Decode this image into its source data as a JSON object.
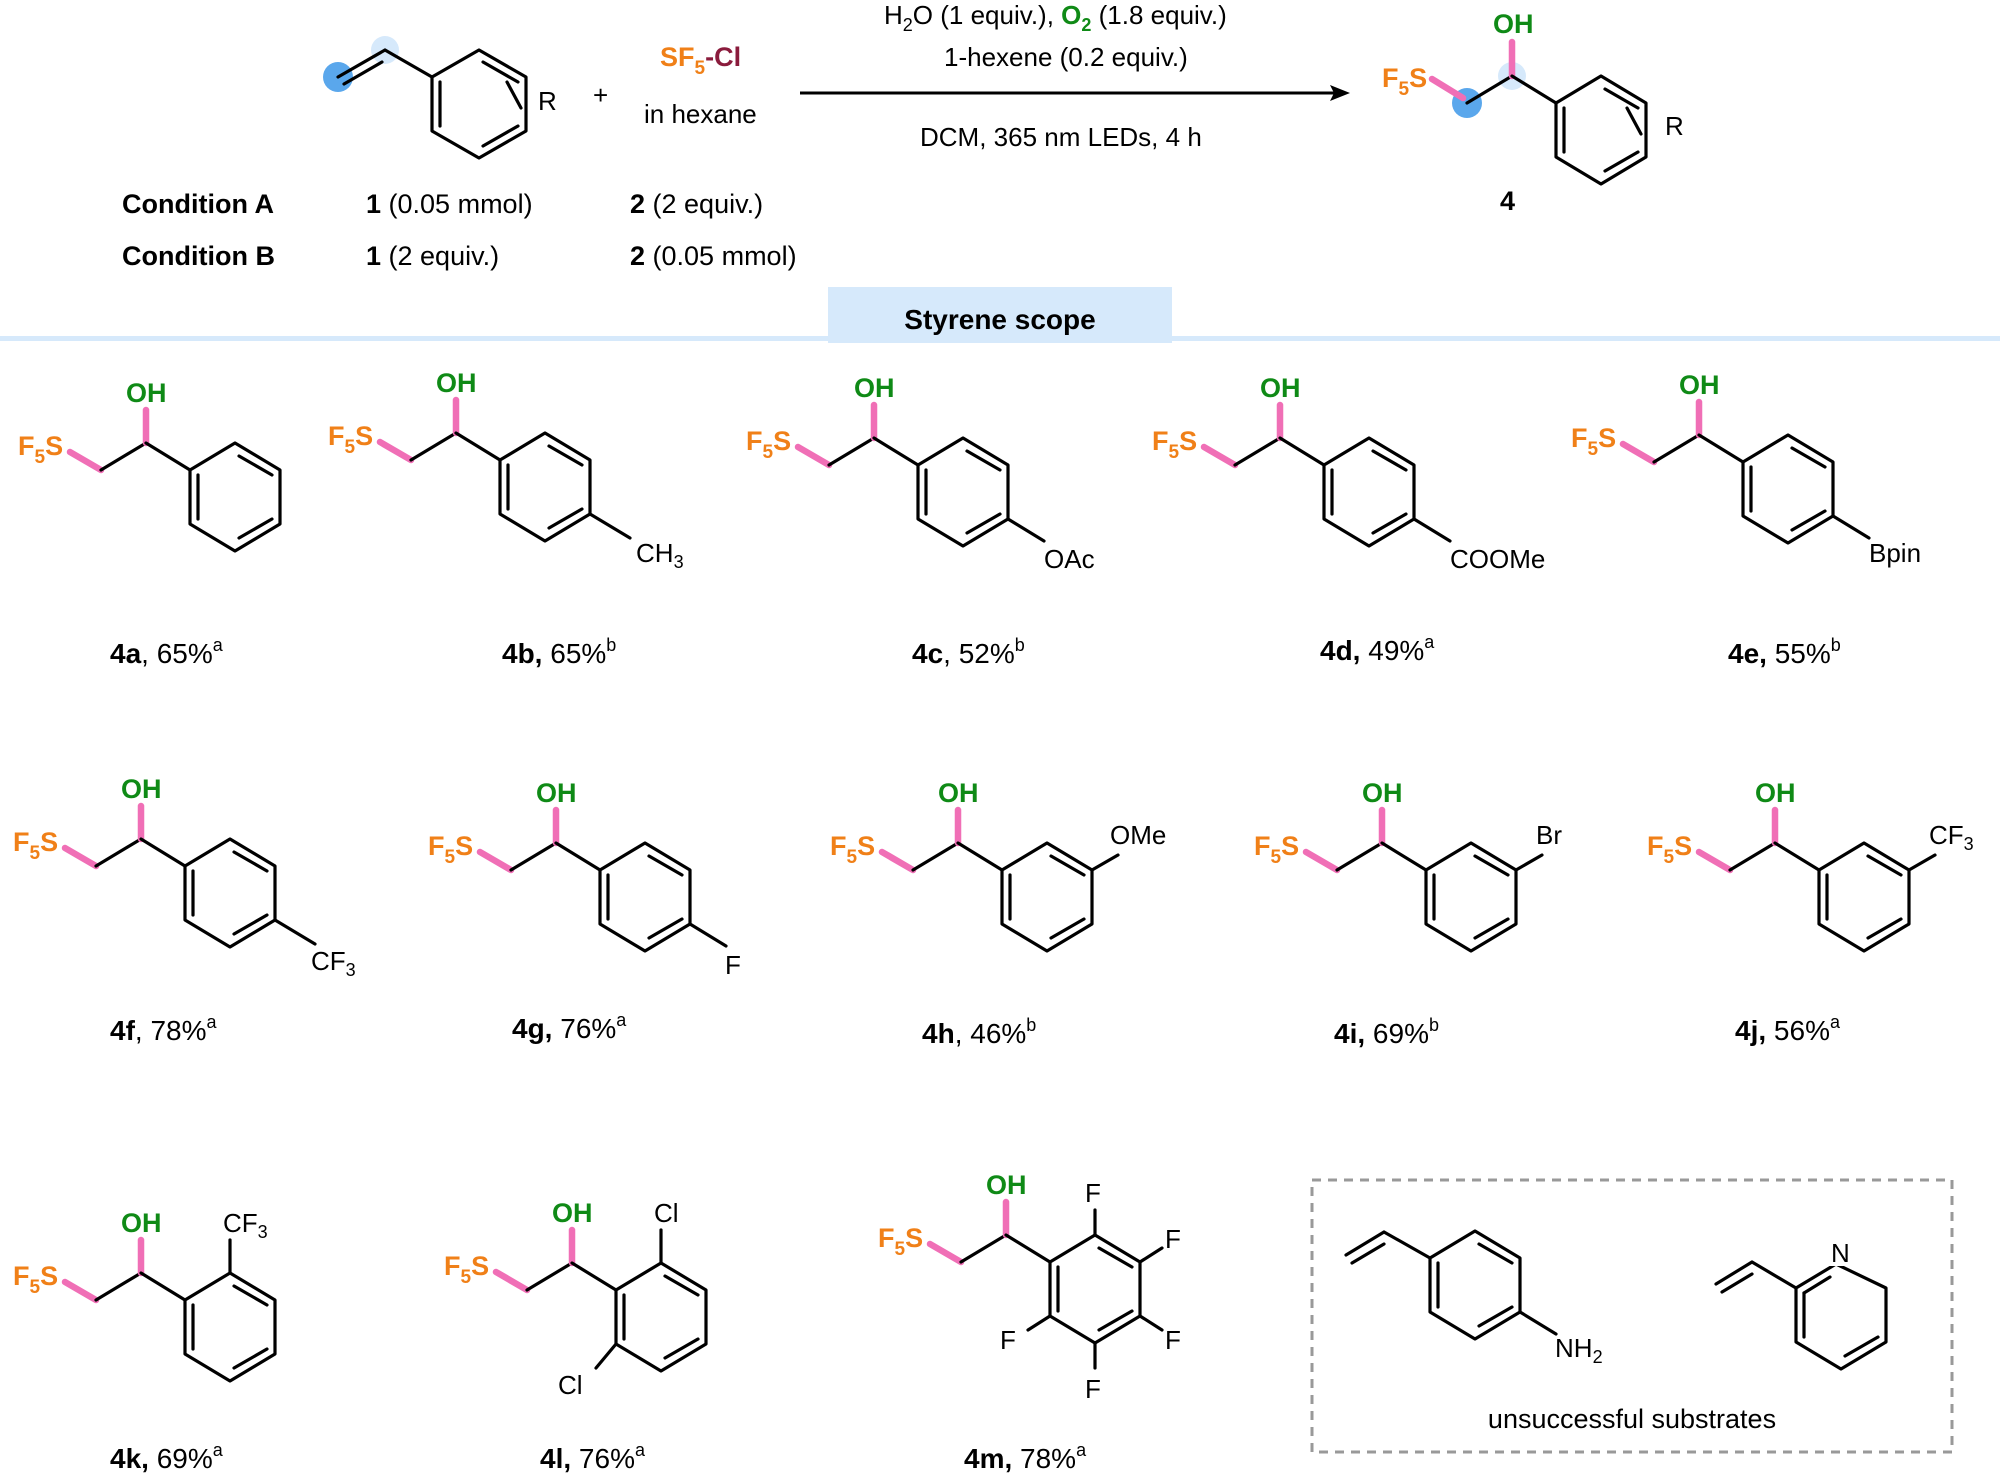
{
  "reaction": {
    "reagent": {
      "text": "SF",
      "sub": "5",
      "suffix": "-Cl",
      "solvent": "in hexane"
    },
    "plus": "+",
    "conditions_line1": {
      "h2o": "H",
      "h2o_sub": "2",
      "h2o_rest": "O (1 equiv.), ",
      "o2": "O",
      "o2_sub": "2",
      "o2_rest": " (1.8 equiv.)"
    },
    "conditions_line2": "1-hexene (0.2 equiv.)",
    "conditions_line3": "DCM, 365 nm LEDs, 4 h",
    "product_label": "4",
    "substituent": "R",
    "colors": {
      "sf5": "#f08018",
      "oh": "#0f8a16",
      "highlight": "#f06fb6",
      "carbon_dot": "#5aa7ec",
      "banner": "#d6e9fb"
    }
  },
  "condition_table": [
    {
      "name": "Condition A",
      "c1_num": "1",
      "c1_amt": " (0.05 mmol)",
      "c2_num": "2",
      "c2_amt": " (2 equiv.)"
    },
    {
      "name": "Condition B",
      "c1_num": "1",
      "c1_amt": " (2 equiv.)",
      "c2_num": "2",
      "c2_amt": " (0.05 mmol)"
    }
  ],
  "section_title": "Styrene scope",
  "compounds": [
    {
      "id": "4a",
      "sep": ", ",
      "yield": "65%",
      "note": "a"
    },
    {
      "id": "4b,",
      "sep": " ",
      "yield": "65%",
      "note": "b",
      "substituent": "CH",
      "sub_num": "3"
    },
    {
      "id": "4c",
      "sep": ", ",
      "yield": "52%",
      "note": "b",
      "substituent": "OAc"
    },
    {
      "id": "4d,",
      "sep": " ",
      "yield": "49%",
      "note": "a",
      "substituent": "COOMe"
    },
    {
      "id": "4e,",
      "sep": " ",
      "yield": "55%",
      "note": "b",
      "substituent": "Bpin"
    },
    {
      "id": "4f",
      "sep": ", ",
      "yield": "78%",
      "note": "a",
      "substituent": "CF",
      "sub_num": "3"
    },
    {
      "id": "4g,",
      "sep": " ",
      "yield": "76%",
      "note": "a",
      "substituent": "F"
    },
    {
      "id": "4h",
      "sep": ", ",
      "yield": "46%",
      "note": "b",
      "substituent": "OMe"
    },
    {
      "id": "4i,",
      "sep": " ",
      "yield": "69%",
      "note": "b",
      "substituent": "Br"
    },
    {
      "id": "4j,",
      "sep": " ",
      "yield": "56%",
      "note": "a",
      "substituent": "CF",
      "sub_num": "3"
    },
    {
      "id": "4k,",
      "sep": " ",
      "yield": "69%",
      "note": "a",
      "substituent": "CF",
      "sub_num": "3"
    },
    {
      "id": "4l,",
      "sep": " ",
      "yield": "76%",
      "note": "a",
      "substituent": "Cl",
      "substituent2": "Cl"
    },
    {
      "id": "4m,",
      "sep": " ",
      "yield": "78%",
      "note": "a",
      "substituent": "F"
    }
  ],
  "groups": {
    "sf5": "F",
    "sf5_sub": "5",
    "sf5_s": "S",
    "oh": "OH"
  },
  "unsuccessful": {
    "caption": "unsuccessful substrates",
    "aniline_nh": "NH",
    "aniline_sub": "2",
    "pyridine_n": "N"
  }
}
